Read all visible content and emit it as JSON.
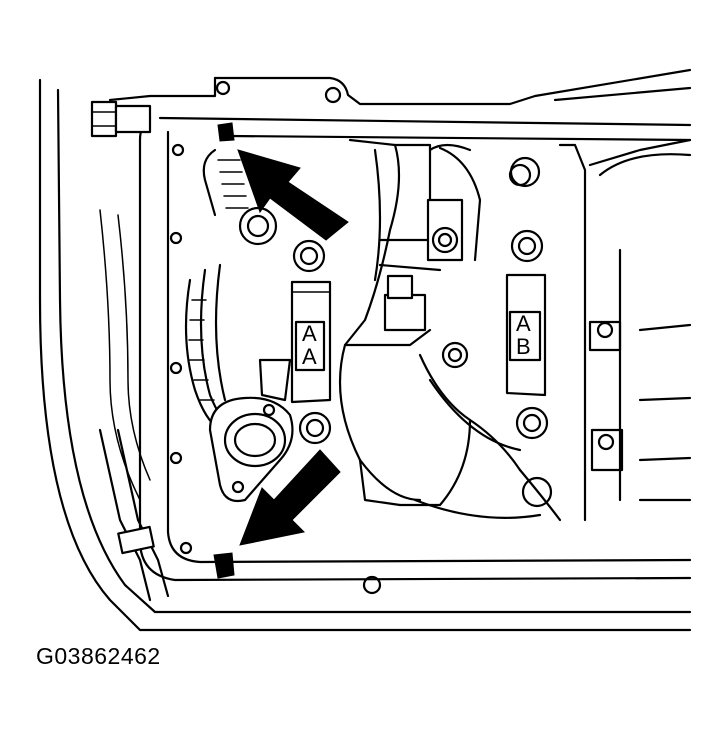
{
  "figure": {
    "id": "G03862462",
    "cap_labels": [
      {
        "top": "A",
        "bottom": "A"
      },
      {
        "top": "A",
        "bottom": "B"
      }
    ]
  }
}
